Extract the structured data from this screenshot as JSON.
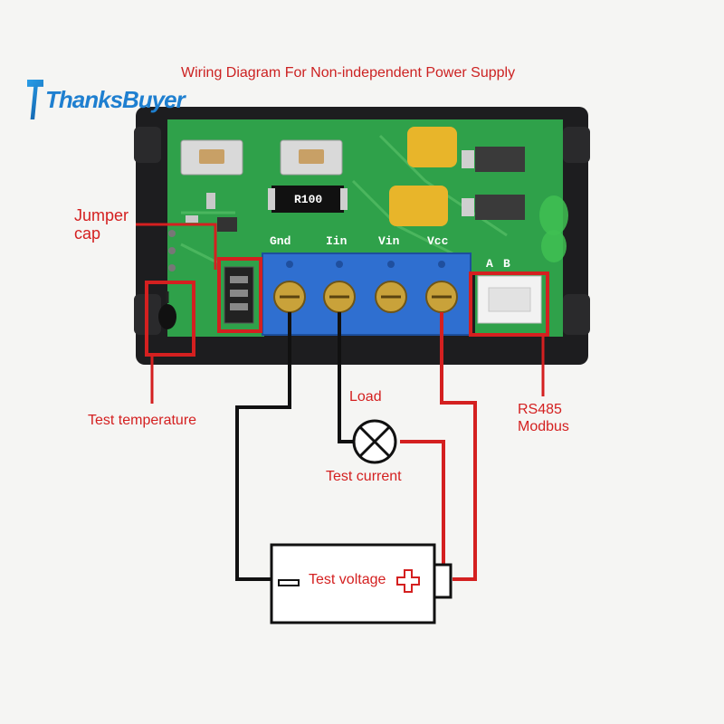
{
  "title": "Wiring Diagram For Non-independent Power Supply",
  "brand": "ThanksBuyer",
  "pcb": {
    "resistor": "R100",
    "terminals": [
      "Gnd",
      "Iin",
      "Vin",
      "Vcc"
    ],
    "rs485_pins": [
      "A",
      "B"
    ]
  },
  "labels": {
    "jumper_line1": "Jumper",
    "jumper_line2": "cap",
    "test_temperature": "Test temperature",
    "load": "Load",
    "test_current": "Test current",
    "rs485_line1": "RS485",
    "rs485_line2": "Modbus",
    "test_voltage": "Test voltage"
  },
  "colors": {
    "annotation_red": "#d42020",
    "wire_black": "#111111",
    "wire_red": "#d42020",
    "pcb_green": "#2fa14a",
    "terminal_blue": "#2f6fd0"
  }
}
